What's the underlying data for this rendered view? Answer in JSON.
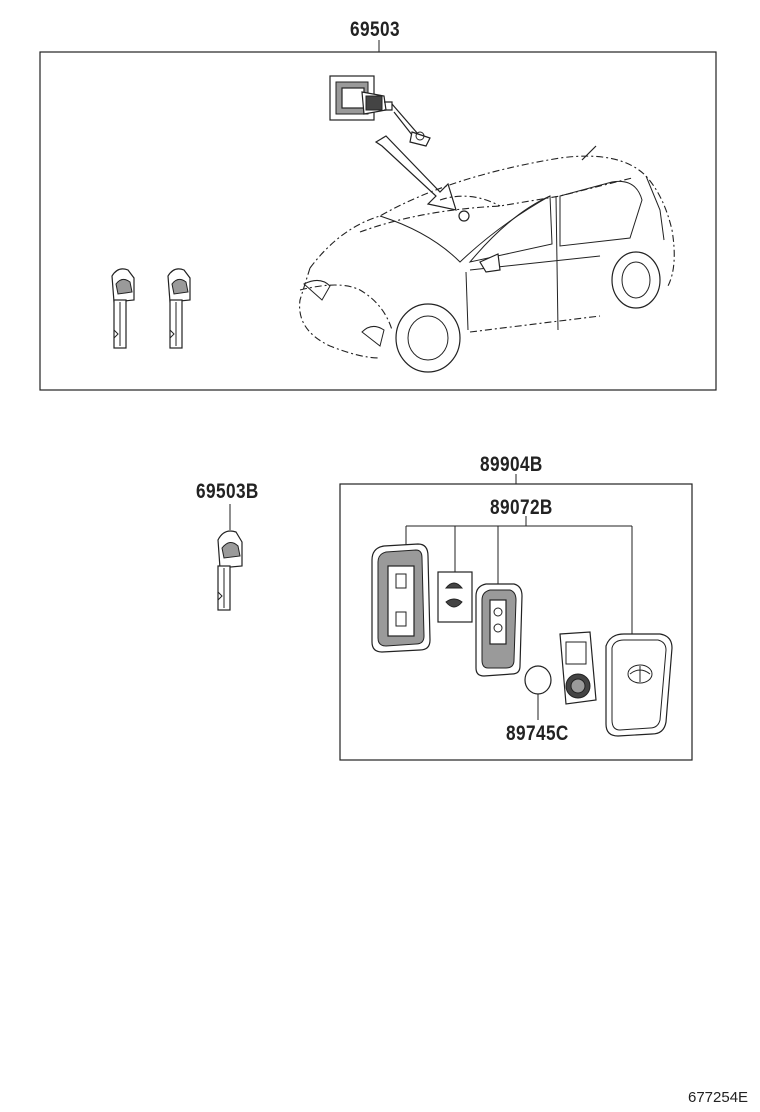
{
  "labels": {
    "assembly_main": "69503",
    "key_blank": "69503B",
    "smart_key_set": "89904B",
    "transmitter_housing": "89072B",
    "battery": "89745C"
  },
  "footer": {
    "illustration_code": "677254E"
  },
  "icons": [
    "door-lock-cylinder-icon",
    "arrow-icon",
    "car-icon",
    "key-icon",
    "key-housing-icon",
    "button-pad-icon",
    "circuit-board-icon",
    "coin-battery-icon",
    "smart-key-fob-icon"
  ],
  "colors": {
    "line": "#222222",
    "background": "#ffffff"
  }
}
